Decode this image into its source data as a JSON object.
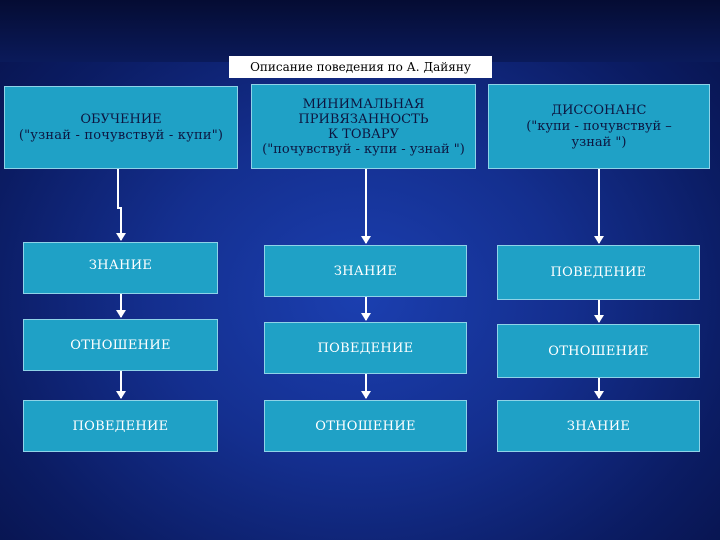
{
  "title": "Описание поведения по А. Дайяну",
  "columns": [
    {
      "header_lines": [
        "ОБУЧЕНИЕ",
        "(\"узнай  - почувствуй  - купи\")"
      ],
      "steps": [
        "ЗНАНИЕ",
        "ОТНОШЕНИЕ",
        "ПОВЕДЕНИЕ"
      ]
    },
    {
      "header_lines": [
        "МИНИМАЛЬНАЯ",
        "ПРИВЯЗАННОСТЬ",
        "К ТОВАРУ",
        "(\"почувствуй - купи - узнай \")"
      ],
      "steps": [
        "ЗНАНИЕ",
        "ПОВЕДЕНИЕ",
        "ОТНОШЕНИЕ"
      ]
    },
    {
      "header_lines": [
        "ДИССОНАНС",
        "(\"купи - почувствуй –",
        "узнай \")"
      ],
      "steps": [
        "ПОВЕДЕНИЕ",
        "ОТНОШЕНИЕ",
        "ЗНАНИЕ"
      ]
    }
  ],
  "colors": {
    "box_fill": "#1fa1c6",
    "box_border": "#8fd3e8",
    "arrow": "#ffffff",
    "background": "#142f8f"
  }
}
